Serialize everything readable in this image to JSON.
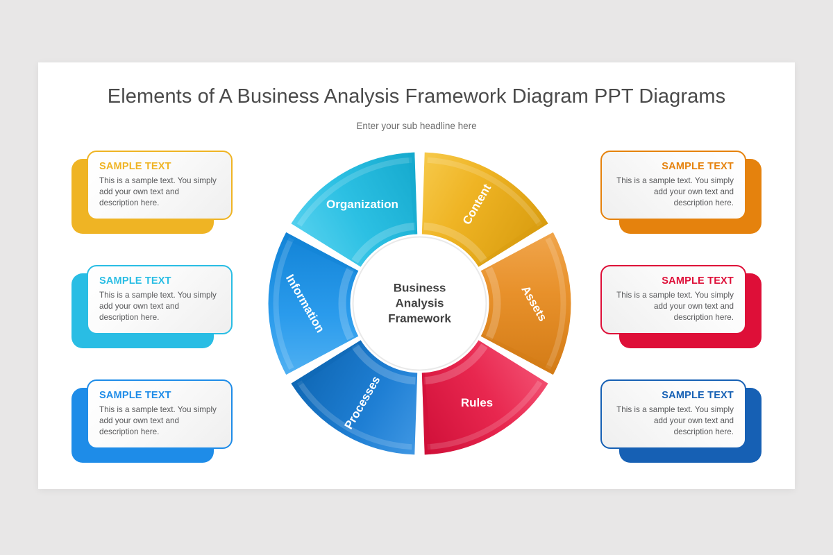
{
  "slide": {
    "title": "Elements of A Business Analysis Framework Diagram PPT Diagrams",
    "subtitle": "Enter your sub headline here",
    "background": "#ffffff",
    "page_background": "#e8e7e7"
  },
  "hub": {
    "line1": "Business",
    "line2": "Analysis",
    "line3": "Framework"
  },
  "chart_data": {
    "type": "pie",
    "title": "Business Analysis Framework",
    "subtype": "donut",
    "segments_equal": true,
    "categories": [
      "Content",
      "Assets",
      "Rules",
      "Processes",
      "Information",
      "Organization"
    ],
    "values": [
      16.67,
      16.67,
      16.67,
      16.67,
      16.67,
      16.67
    ],
    "colors": [
      "#efb424",
      "#e8912b",
      "#e8274f",
      "#1f7fd4",
      "#2a9bec",
      "#2cc0e3"
    ],
    "legend": "none",
    "grid": false
  },
  "segments": [
    {
      "label": "Content",
      "color": "#efb424",
      "color_dark": "#d99d10",
      "color_light": "#f6c94a",
      "angle_start": -90,
      "angle_end": -30,
      "label_rotation": -60
    },
    {
      "label": "Assets",
      "color": "#e8912b",
      "color_dark": "#d37b16",
      "color_light": "#f0a54c",
      "angle_start": -30,
      "angle_end": 30,
      "label_rotation": 60
    },
    {
      "label": "Rules",
      "color": "#e8274f",
      "color_dark": "#cf0f38",
      "color_light": "#f24e70",
      "angle_start": 30,
      "angle_end": 90,
      "label_rotation": 0
    },
    {
      "label": "Processes",
      "color": "#1f7fd4",
      "color_dark": "#0f67b4",
      "color_light": "#3f97e3",
      "angle_start": 90,
      "angle_end": 150,
      "label_rotation": -60
    },
    {
      "label": "Information",
      "color": "#2a9bec",
      "color_dark": "#1283d6",
      "color_light": "#4fb0f2",
      "angle_start": 150,
      "angle_end": 210,
      "label_rotation": 60
    },
    {
      "label": "Organization",
      "color": "#2cc0e3",
      "color_dark": "#15a9cd",
      "color_light": "#53d0ee",
      "angle_start": 210,
      "angle_end": 270,
      "label_rotation": 0
    }
  ],
  "cards": {
    "left": [
      {
        "title": "SAMPLE TEXT",
        "body": "This is a sample text. You simply add your own text and description here.",
        "color": "#efb424"
      },
      {
        "title": "SAMPLE TEXT",
        "body": "This is a sample text. You simply add your own text and description here.",
        "color": "#29bde4"
      },
      {
        "title": "SAMPLE TEXT",
        "body": "This is a sample text. You simply add your own text and description here.",
        "color": "#1e8ce8"
      }
    ],
    "right": [
      {
        "title": "SAMPLE TEXT",
        "body": "This is a sample text. You simply add your own text and description here.",
        "color": "#e5820d"
      },
      {
        "title": "SAMPLE TEXT",
        "body": "This is a sample text. You simply add your own text and description here.",
        "color": "#de0f38"
      },
      {
        "title": "SAMPLE TEXT",
        "body": "This is a sample text. You simply add your own text and description here.",
        "color": "#1660b4"
      }
    ]
  }
}
